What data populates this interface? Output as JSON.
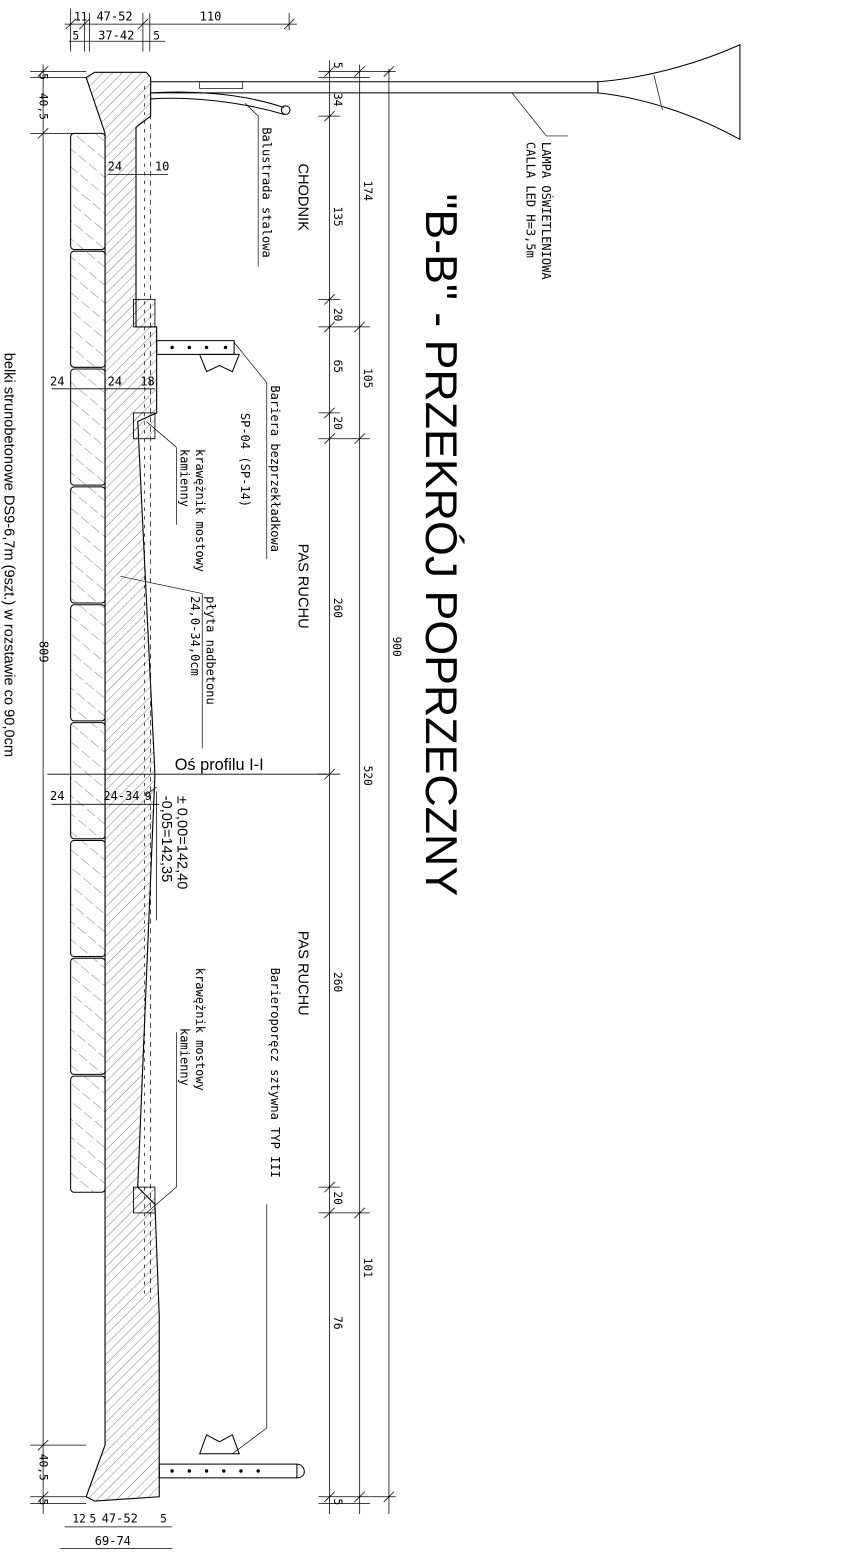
{
  "title": "\"B-B\" - PRZEKRÓJ POPRZECZNY",
  "labels": {
    "lamp_line1": "LAMPA OŚWIETLENIOWA",
    "lamp_line2": "CALLA LED H=3,5m",
    "balustrade": "Balustrada stalowa",
    "sidewalk": "CHODNIK",
    "barrier_line1": "Bariera bezprzekładkowa",
    "barrier_line2": "SP-04 (SP-14)",
    "curb1_line1": "krawężnik mostowy",
    "curb1_line2": "kamienny",
    "lane1": "PAS RUCHU",
    "slab_line1": "płyta nadbetonu",
    "slab_line2": "24,0-34,0cm",
    "axis": "Oś profilu I-I",
    "level1": "± 0,00=142,40",
    "level2": "-0,05=142,35",
    "lane2": "PAS RUCHU",
    "guardrail": "Barieroporęcz sztywna TYP III",
    "curb2_line1": "krawężnik mostowy",
    "curb2_line2": "kamienny",
    "beams": "belki strunobetonowe DS9-6,7m (9szt.) w rozstawie co 90,0cm"
  },
  "dimensions": {
    "top_row1": [
      "11",
      "47-52",
      "110"
    ],
    "top_row2": [
      "5",
      "37-42",
      "5"
    ],
    "right_chain": [
      "5",
      "34",
      "135",
      "20",
      "65",
      "20",
      "260",
      "260",
      "20",
      "76",
      "5"
    ],
    "right_mid": [
      "174",
      "105",
      "520",
      "101"
    ],
    "right_total": "900",
    "left_chain": [
      "5",
      "40,5",
      "809",
      "40,5",
      "5"
    ],
    "inner": [
      "24",
      "10",
      "24",
      "24",
      "18",
      "24",
      "24-34",
      "9"
    ],
    "bottom_row1": [
      "12",
      "5",
      "47-52",
      "5"
    ],
    "bottom_row2": "69-74"
  }
}
